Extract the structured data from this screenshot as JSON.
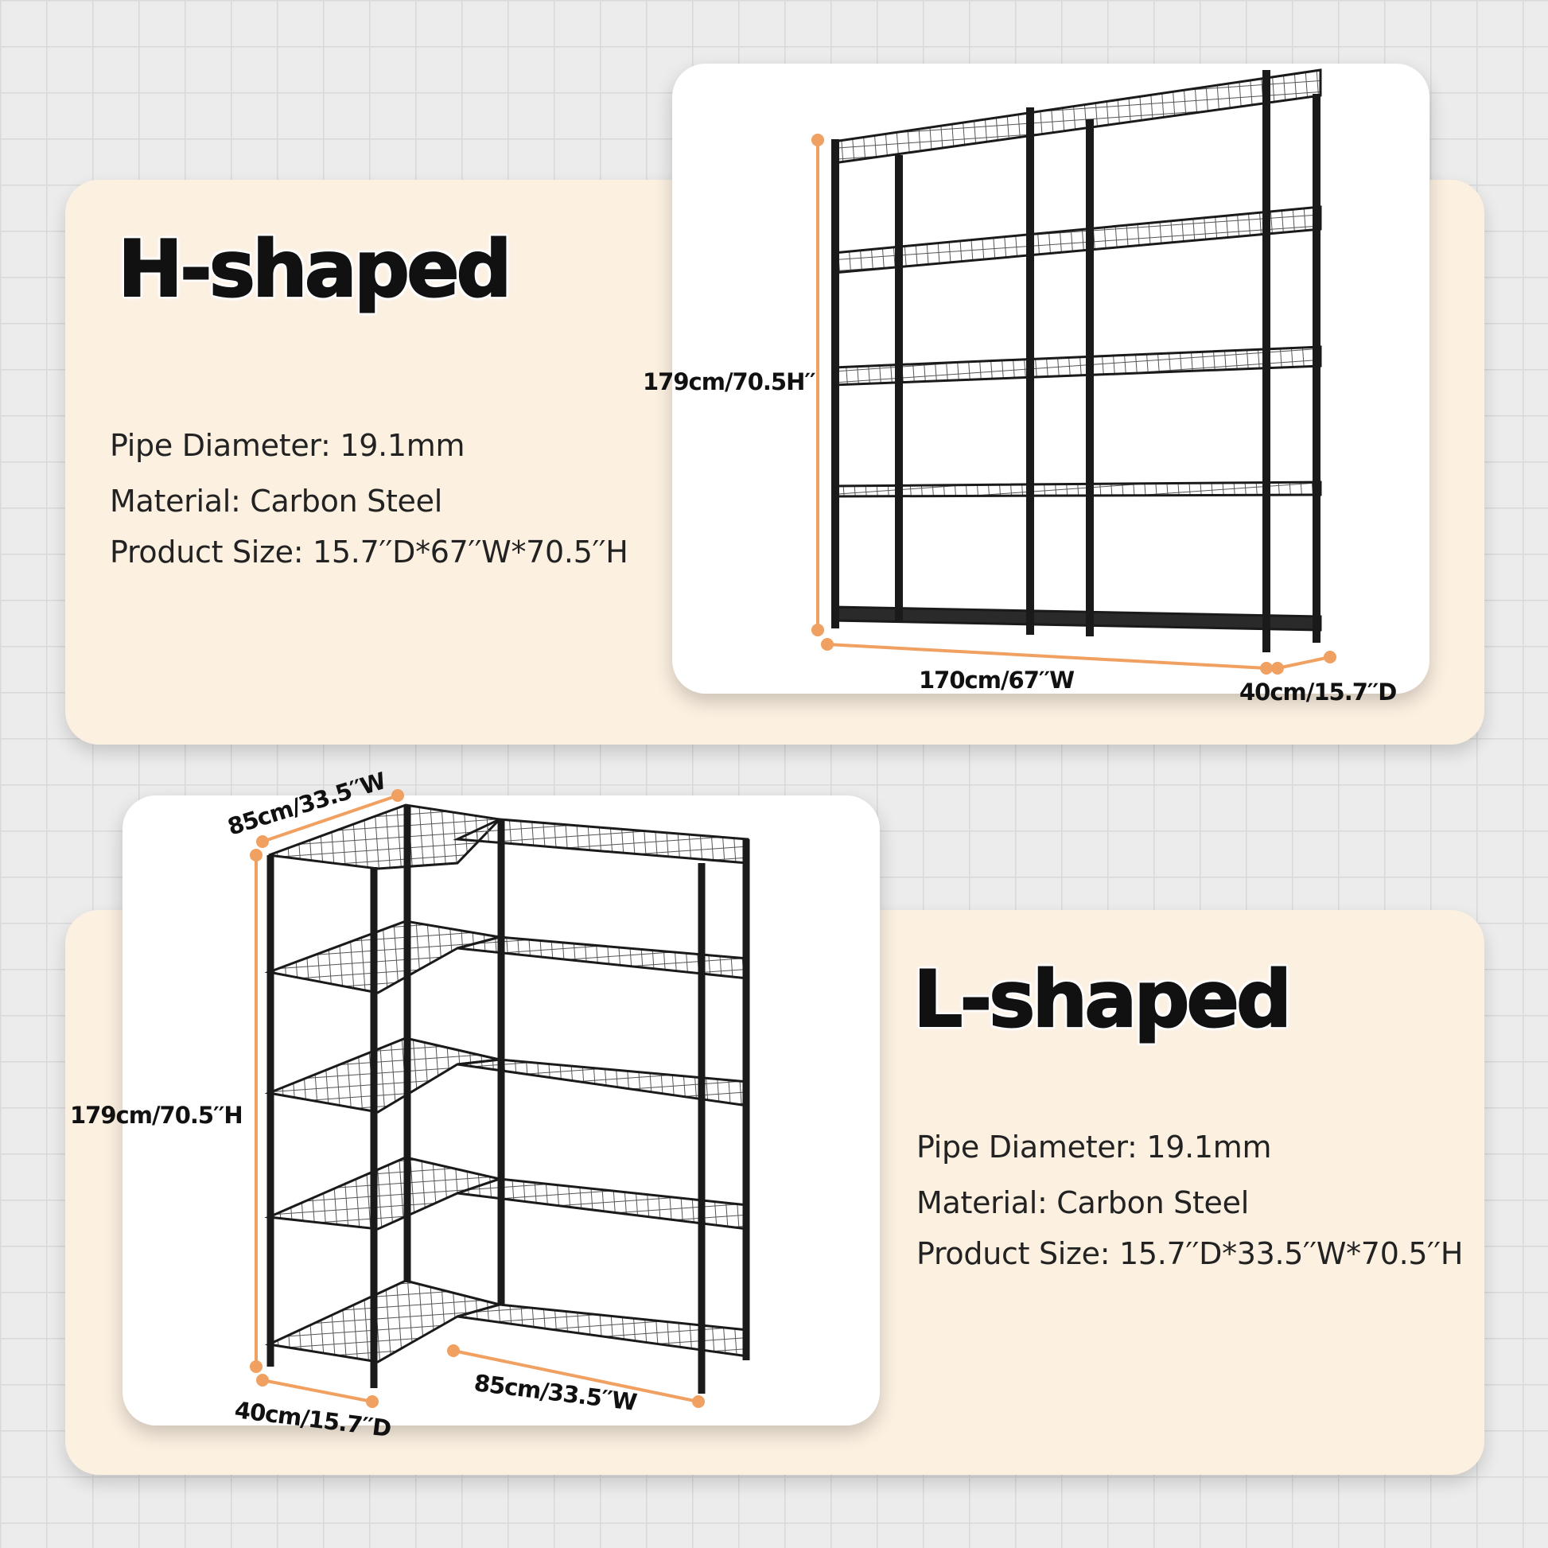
{
  "h_shaped": {
    "title": "H-shaped",
    "specs": [
      "Pipe Diameter: 19.1mm",
      "Material: Carbon Steel",
      "Product Size: 15.7′′D*67′′W*70.5′′H"
    ],
    "dimensions": {
      "height": "179cm/70.5H′′",
      "width": "170cm/67′′W",
      "depth": "40cm/15.7′′D"
    }
  },
  "l_shaped": {
    "title": "L-shaped",
    "specs": [
      "Pipe Diameter: 19.1mm",
      "Material: Carbon Steel",
      "Product Size: 15.7′′D*33.5′′W*70.5′′H"
    ],
    "dimensions": {
      "top_width": "85cm/33.5′′W",
      "height": "179cm/70.5′′H",
      "depth": "40cm/15.7′′D",
      "bottom_width": "85cm/33.5′′W"
    }
  },
  "colors": {
    "panel_beige": "#fcf0e1",
    "dimension_orange": "#f0a060",
    "rack_black": "#1a1a1a"
  }
}
